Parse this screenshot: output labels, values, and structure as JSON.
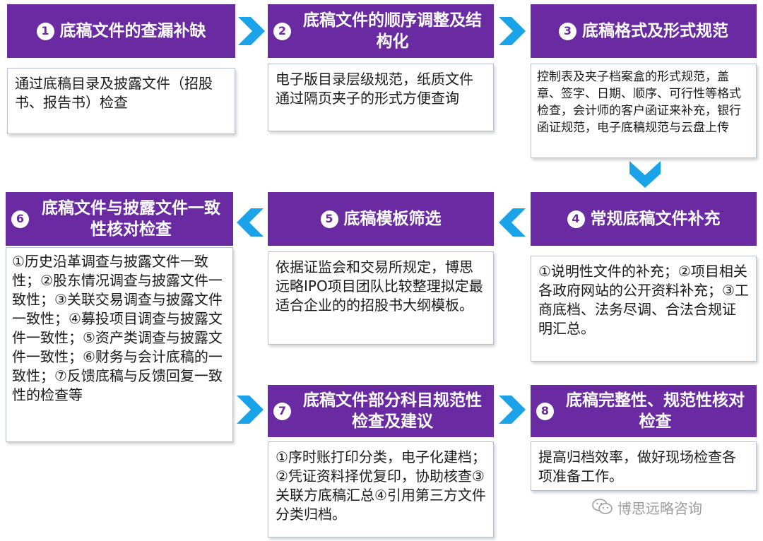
{
  "steps": [
    {
      "num": "1",
      "title": "底稿文件的查漏补缺",
      "body": "通过底稿目录及披露文件（招股书、报告书）检查"
    },
    {
      "num": "2",
      "title": "底稿文件的顺序调整及结构化",
      "body": "电子版目录层级规范，纸质文件通过隔页夹子的形式方便查询"
    },
    {
      "num": "3",
      "title": "底稿格式及形式规范",
      "body": "控制表及夹子档案盒的形式规范，盖章、签字、日期、顺序、可行性等格式检查，会计师的客户函证来补充，银行函证规范，电子底稿规范与云盘上传"
    },
    {
      "num": "4",
      "title": "常规底稿文件补充",
      "body": "①说明性文件的补充；②项目相关各政府网站的公开资料补充；③工商底档、法务尽调、合法合规证明汇总。"
    },
    {
      "num": "5",
      "title": "底稿模板筛选",
      "body": "依据证监会和交易所规定，博思远略IPO项目团队比较整理拟定最适合企业的的招股书大纲模板。"
    },
    {
      "num": "6",
      "title": "底稿文件与披露文件一致性核对检查",
      "body": "①历史沿革调查与披露文件一致性；②股东情况调查与披露文件一致性；③关联交易调查与披露文件一致性；④募投项目调查与披露文件一致性；⑤资产类调查与披露文件一致性；⑥财务与会计底稿的一致性；⑦反馈底稿与反馈回复一致性的检查等"
    },
    {
      "num": "7",
      "title": "底稿文件部分科目规范性检查及建议",
      "body": "①序时账打印分类，电子化建档；②凭证资料择优复印，协助核查③关联方底稿汇总④引用第三方文件分类归档。"
    },
    {
      "num": "8",
      "title": "底稿完整性、规范性核对检查",
      "body": "提高归档效率，做好现场检查各项准备工作。"
    }
  ],
  "watermark": "博思远略咨询",
  "colors": {
    "header": "#6a2aa2",
    "arrow": "#1aa3e8",
    "border": "#b7c1d3"
  }
}
